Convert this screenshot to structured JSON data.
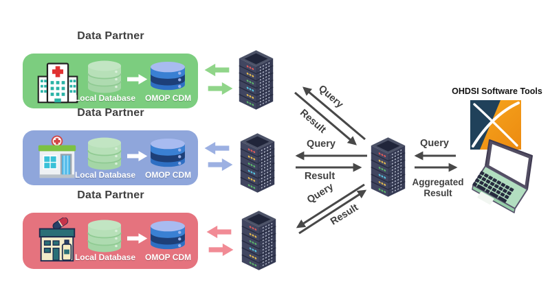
{
  "diagram": {
    "partners": [
      {
        "title": "Data Partner",
        "facility_icon": "hospital-icon",
        "db_label": "Local Database",
        "cdm_label": "OMOP CDM",
        "box_color": "#7ccd7f",
        "arrow_color": "#90d589"
      },
      {
        "title": "Data Partner",
        "facility_icon": "clinic-icon",
        "db_label": "Local Database",
        "cdm_label": "OMOP CDM",
        "box_color": "#8fa6db",
        "arrow_color": "#9cb0e2"
      },
      {
        "title": "Data Partner",
        "facility_icon": "pharmacy-icon",
        "db_label": "Local Database",
        "cdm_label": "OMOP CDM",
        "box_color": "#e5737e",
        "arrow_color": "#f18b95"
      }
    ],
    "links": {
      "top": {
        "query": "Query",
        "result": "Result"
      },
      "middle": {
        "query": "Query",
        "result": "Result"
      },
      "bottom": {
        "query": "Query",
        "result": "Result"
      },
      "client": {
        "query": "Query",
        "result": "Aggregated Result"
      }
    },
    "software": {
      "title": "OHDSI Software Tools"
    },
    "colors": {
      "link_arrow": "#484848",
      "label_text": "#3f3f3f",
      "local_db_green": "#abd9ad",
      "omop_cdm_blue": "#2e6fc3",
      "server_body": "#414660",
      "ohdsi_navy": "#20415a",
      "ohdsi_orange": "#f5a01f",
      "laptop_green": "#b2dec0"
    }
  }
}
